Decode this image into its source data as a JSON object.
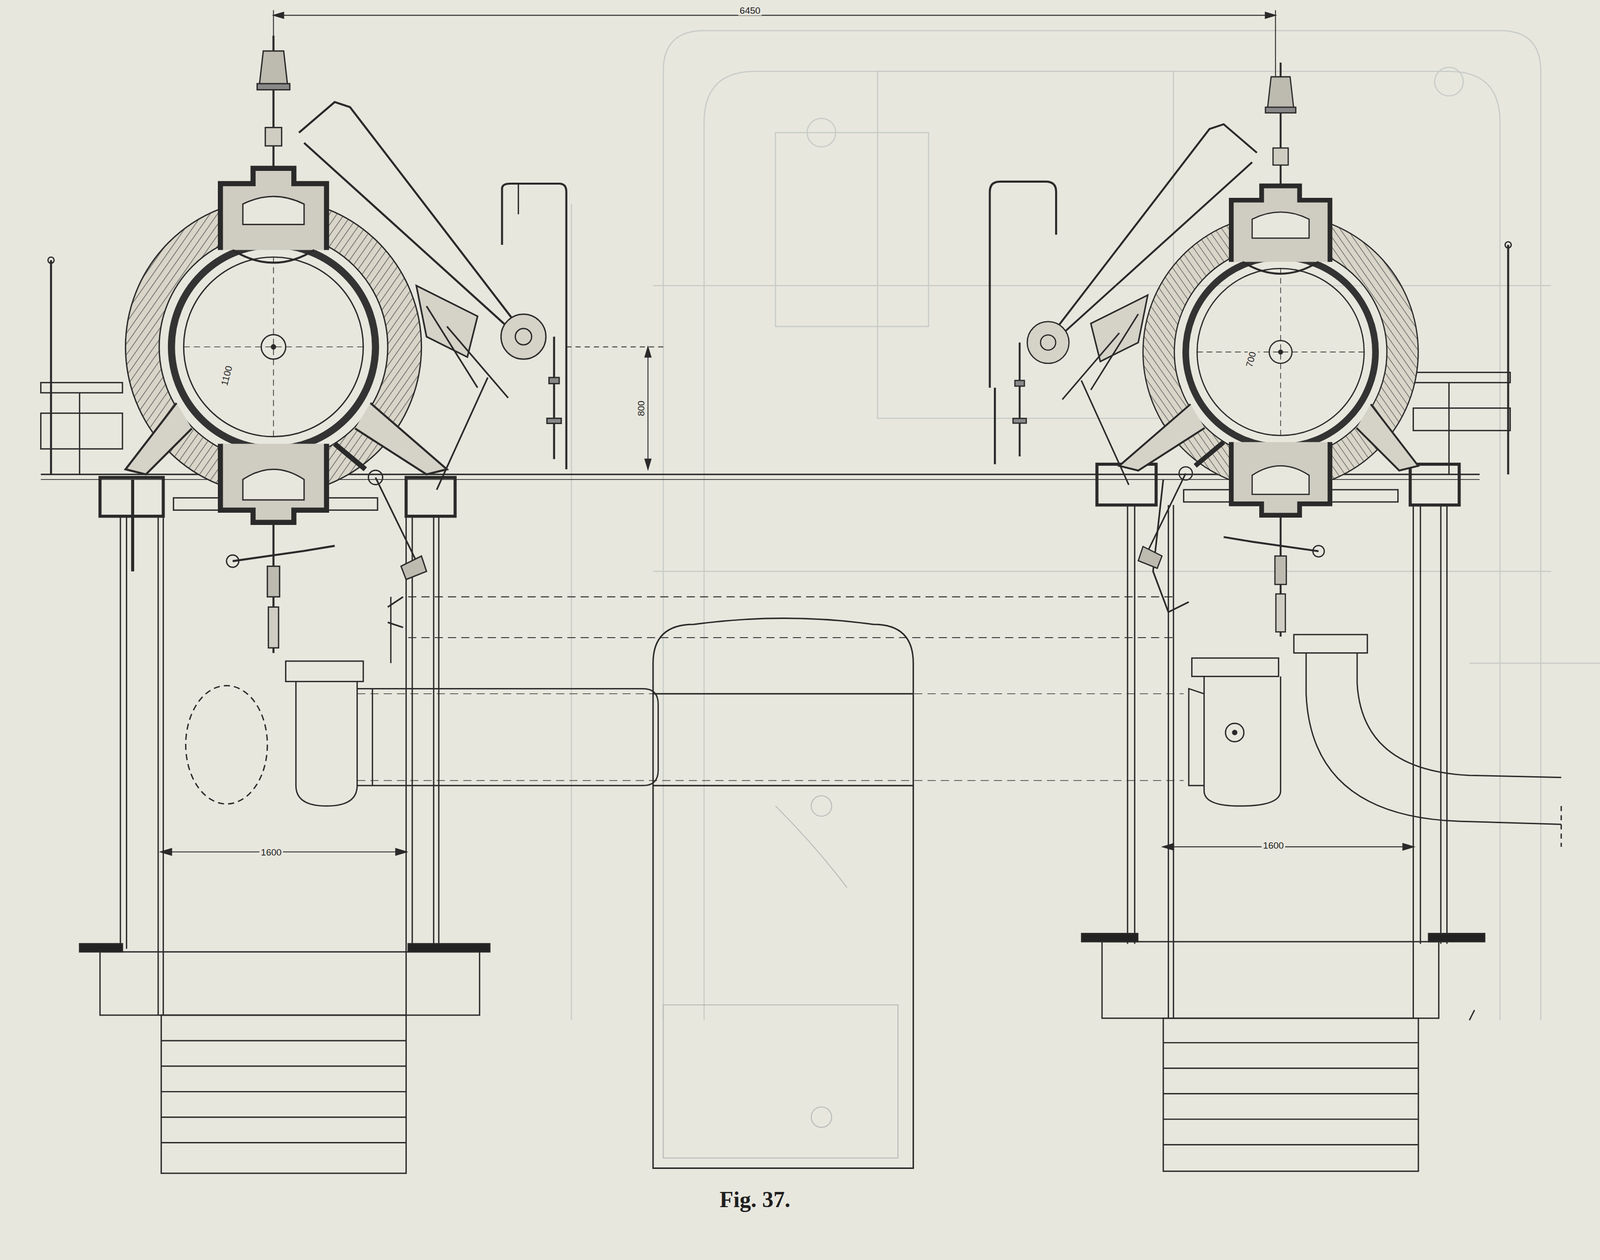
{
  "diagram": {
    "caption": "Fig. 37.",
    "labels": [
      "6450",
      "1100",
      "800",
      "700",
      "1600",
      "1600"
    ]
  }
}
